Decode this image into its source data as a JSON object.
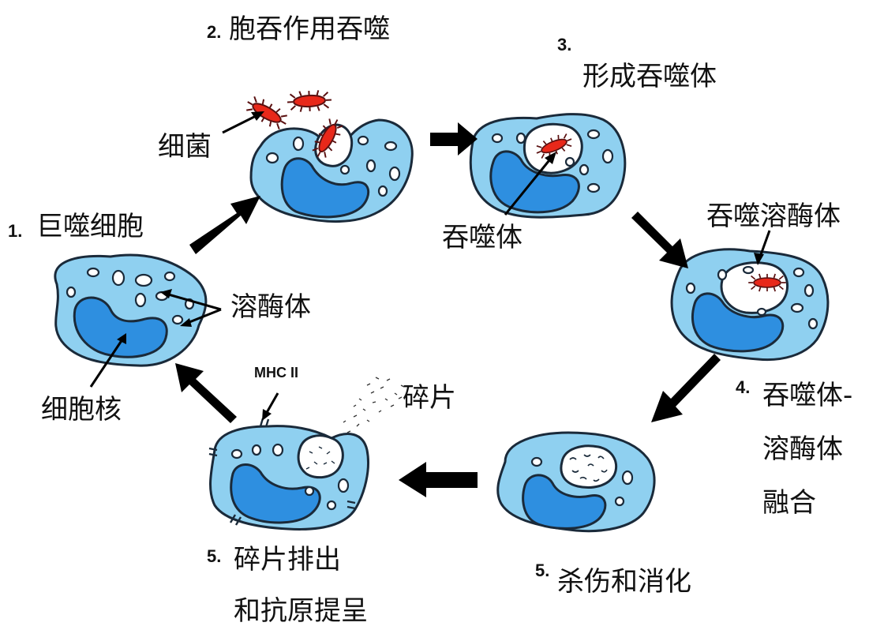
{
  "title": "",
  "labels": {
    "step1_num": "1.",
    "step1_text": "巨噬细胞",
    "step2_num": "2.",
    "step2_text": "胞吞作用吞噬",
    "step3_num": "3.",
    "step3_text": "形成吞噬体",
    "step4_top": "吞噬溶酶体",
    "step4_num": "4.",
    "step4_line1": "吞噬体-",
    "step4_line2": "溶酶体",
    "step4_line3": "融合",
    "step5a_num": "5.",
    "step5a_text": "杀伤和消化",
    "step5b_num": "5.",
    "step5b_line1": "碎片排出",
    "step5b_line2": "和抗原提呈",
    "bacteria": "细菌",
    "phagosome": "吞噬体",
    "lysosome": "溶酶体",
    "nucleus": "细胞核",
    "mhc": "MHC II",
    "debris": "碎片"
  },
  "colors": {
    "cell": "#8fd0f0",
    "nucleus": "#2e8fe0",
    "bacteria": "#e8281a",
    "arrow": "#000000"
  }
}
